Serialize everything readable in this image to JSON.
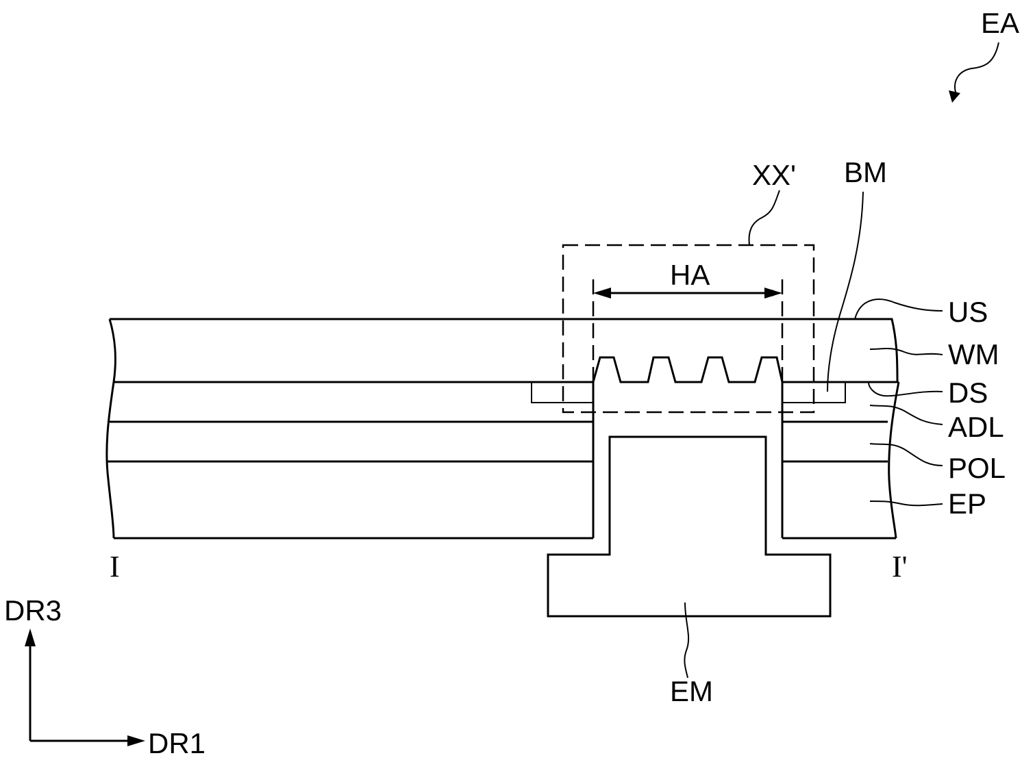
{
  "figure": {
    "id_label": "EA",
    "detail_label": "XX'",
    "region_label": "HA",
    "layers": {
      "us": "US",
      "wm": "WM",
      "ds": "DS",
      "adl": "ADL",
      "pol": "POL",
      "ep": "EP",
      "bm": "BM",
      "em": "EM"
    },
    "section_start": "I",
    "section_end": "I'",
    "axes": {
      "vertical": "DR3",
      "horizontal": "DR1"
    }
  }
}
